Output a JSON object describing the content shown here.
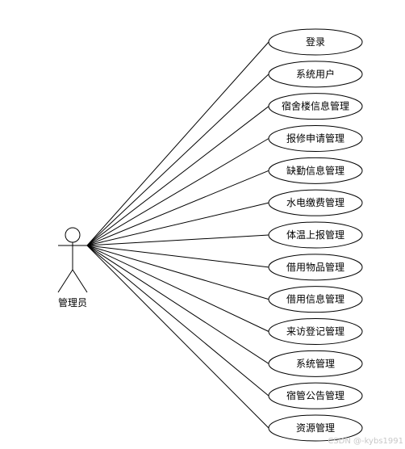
{
  "actor": {
    "label": "管理员"
  },
  "use_cases": [
    {
      "label": "登录"
    },
    {
      "label": "系统用户"
    },
    {
      "label": "宿舍楼信息管理"
    },
    {
      "label": "报修申请管理"
    },
    {
      "label": "缺勤信息管理"
    },
    {
      "label": "水电缴费管理"
    },
    {
      "label": "体温上报管理"
    },
    {
      "label": "借用物品管理"
    },
    {
      "label": "借用信息管理"
    },
    {
      "label": "来访登记管理"
    },
    {
      "label": "系统管理"
    },
    {
      "label": "宿管公告管理"
    },
    {
      "label": "资源管理"
    }
  ],
  "watermark": "CSDN @-kybs1991",
  "colors": {
    "stroke": "#000000",
    "background": "#ffffff",
    "watermark": "#c8c8c8"
  }
}
